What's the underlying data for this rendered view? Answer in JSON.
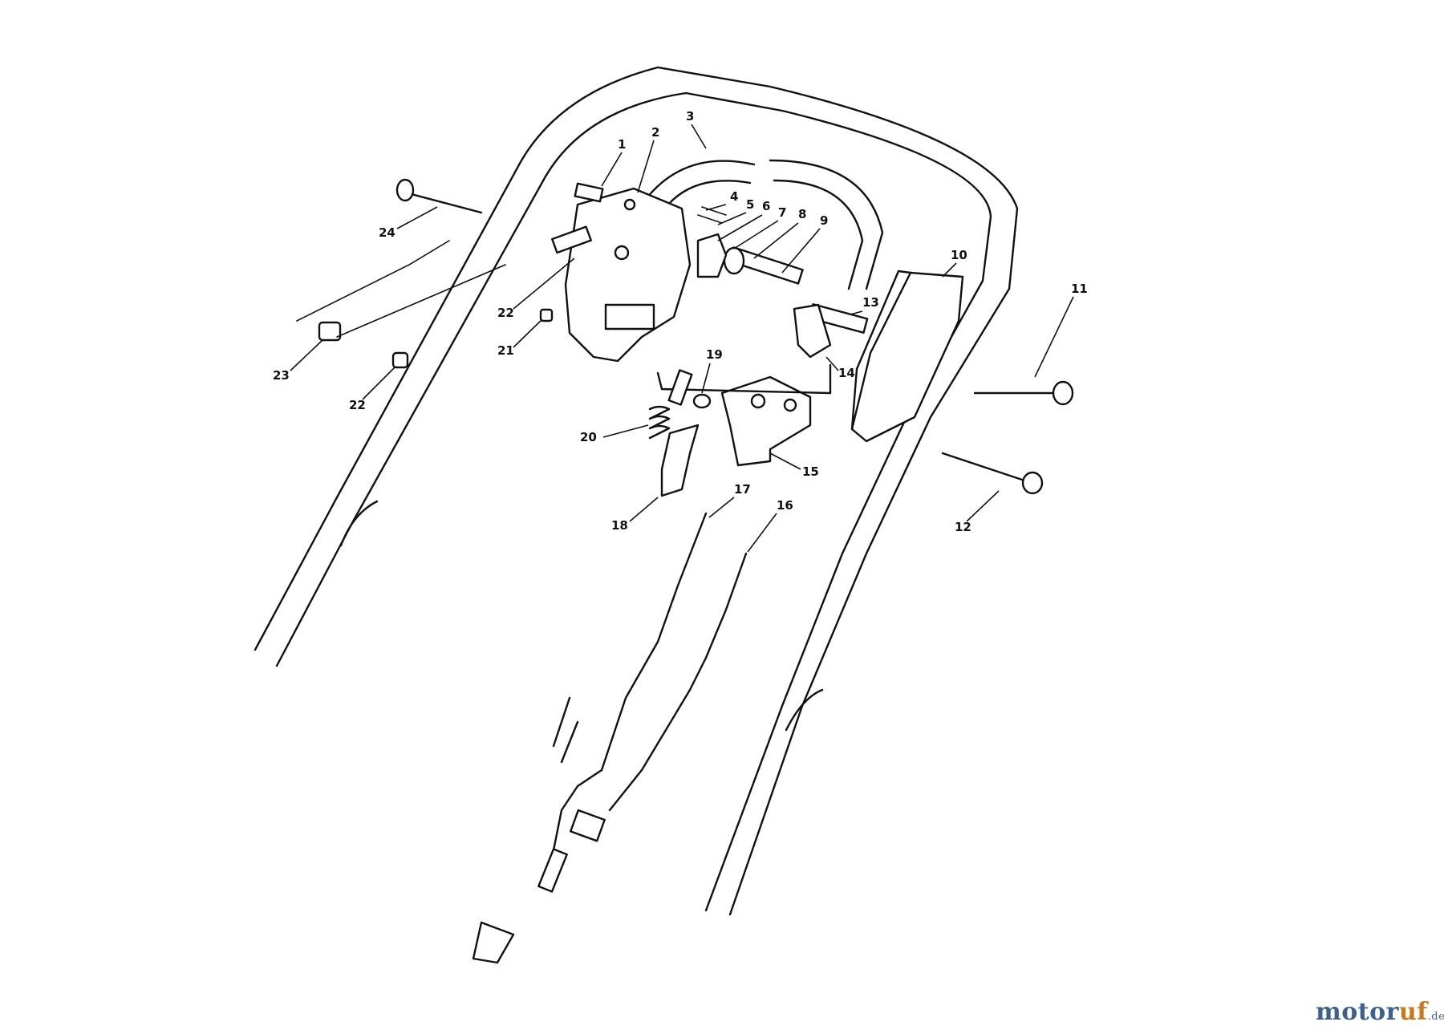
{
  "callouts": [
    {
      "label": "1"
    },
    {
      "label": "2"
    },
    {
      "label": "3"
    },
    {
      "label": "4"
    },
    {
      "label": "5"
    },
    {
      "label": "6"
    },
    {
      "label": "7"
    },
    {
      "label": "8"
    },
    {
      "label": "9"
    },
    {
      "label": "10"
    },
    {
      "label": "11"
    },
    {
      "label": "13"
    },
    {
      "label": "14"
    },
    {
      "label": "15"
    },
    {
      "label": "16"
    },
    {
      "label": "17"
    },
    {
      "label": "18"
    },
    {
      "label": "19"
    },
    {
      "label": "20"
    },
    {
      "label": "21"
    },
    {
      "label": "22"
    },
    {
      "label": "22"
    },
    {
      "label": "23"
    },
    {
      "label": "24"
    },
    {
      "label": "12"
    }
  ],
  "watermark": {
    "main": "motor",
    "accent": "uf",
    "tld": ".de"
  }
}
